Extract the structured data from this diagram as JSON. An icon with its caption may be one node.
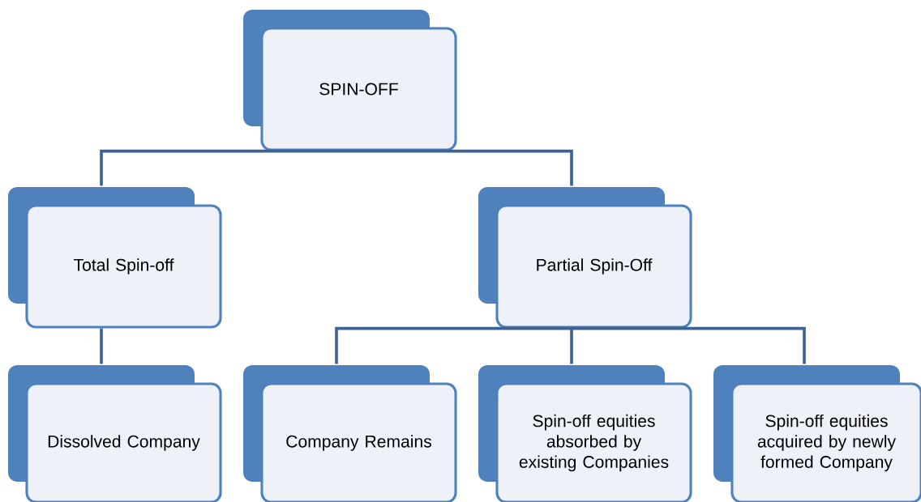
{
  "diagram": {
    "nodes": [
      {
        "text": [
          "SPIN-OFF"
        ]
      },
      {
        "text": [
          "Total Spin-off"
        ]
      },
      {
        "text": [
          "Partial Spin-Off"
        ]
      },
      {
        "text": [
          "Dissolved Company"
        ]
      },
      {
        "text": [
          "Company Remains"
        ]
      },
      {
        "text": [
          "Spin-off equities absorbed by existing Companies"
        ]
      },
      {
        "text": [
          "Spin-off equities acquired by newly formed Company"
        ]
      }
    ],
    "edges": [
      {
        "from": 0,
        "to": 1,
        "arrow": "none"
      },
      {
        "from": 0,
        "to": 2,
        "arrow": "none"
      },
      {
        "from": 1,
        "to": 3,
        "arrow": "none"
      },
      {
        "from": 2,
        "to": 4,
        "arrow": "none"
      },
      {
        "from": 2,
        "to": 5,
        "arrow": "none"
      },
      {
        "from": 2,
        "to": 6,
        "arrow": "none"
      }
    ]
  }
}
